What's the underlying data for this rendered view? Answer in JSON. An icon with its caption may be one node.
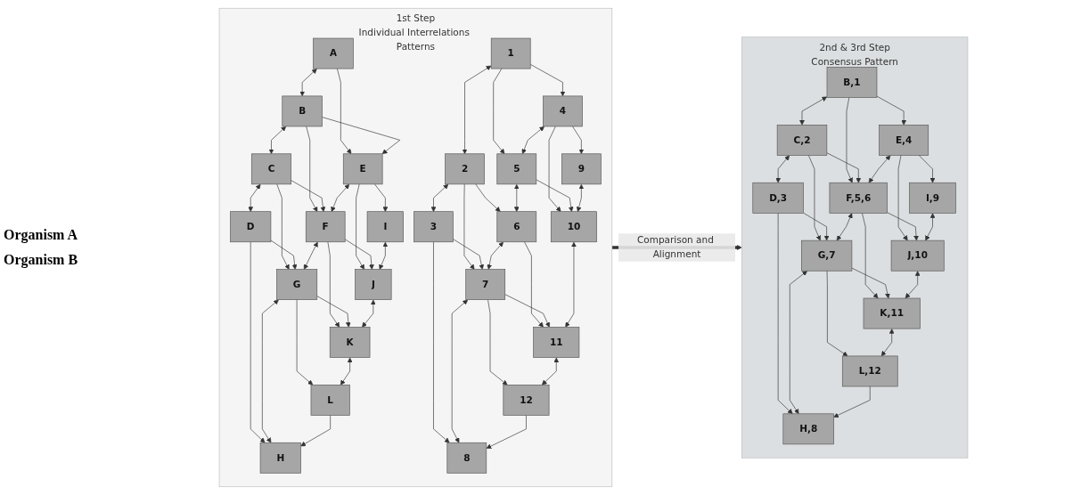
{
  "diagram": {
    "nodes": [
      {
        "text": [
          "1st Step",
          "Individual Interrelations Patterns"
        ]
      },
      {
        "text": [
          "A"
        ],
        "in": 0
      },
      {
        "text": [
          "B"
        ],
        "in": 0
      },
      {
        "text": [
          "C"
        ],
        "in": 0
      },
      {
        "text": [
          "D"
        ],
        "in": 0
      },
      {
        "text": [
          "E"
        ],
        "in": 0
      },
      {
        "text": [
          "F"
        ],
        "in": 0
      },
      {
        "text": [
          "G"
        ],
        "in": 0
      },
      {
        "text": [
          "H"
        ],
        "in": 0
      },
      {
        "text": [
          "I"
        ],
        "in": 0
      },
      {
        "text": [
          "J"
        ],
        "in": 0
      },
      {
        "text": [
          "K"
        ],
        "in": 0
      },
      {
        "text": [
          "L"
        ],
        "in": 0
      },
      {
        "text": [
          "1"
        ],
        "in": 0
      },
      {
        "text": [
          "2"
        ],
        "in": 0
      },
      {
        "text": [
          "3"
        ],
        "in": 0
      },
      {
        "text": [
          "4"
        ],
        "in": 0
      },
      {
        "text": [
          "5"
        ],
        "in": 0
      },
      {
        "text": [
          "6"
        ],
        "in": 0
      },
      {
        "text": [
          "7"
        ],
        "in": 0
      },
      {
        "text": [
          "8"
        ],
        "in": 0
      },
      {
        "text": [
          "9"
        ],
        "in": 0
      },
      {
        "text": [
          "10"
        ],
        "in": 0
      },
      {
        "text": [
          "11"
        ],
        "in": 0
      },
      {
        "text": [
          "12"
        ],
        "in": 0
      },
      {
        "text": [
          "2nd & 3rd Step",
          "Consensus Pattern"
        ]
      },
      {
        "text": [
          "B,1"
        ],
        "in": 25
      },
      {
        "text": [
          "C,2"
        ],
        "in": 25
      },
      {
        "text": [
          "D,3"
        ],
        "in": 25
      },
      {
        "text": [
          "E,4"
        ],
        "in": 25
      },
      {
        "text": [
          "F,5,6"
        ],
        "in": 25
      },
      {
        "text": [
          "G,7"
        ],
        "in": 25
      },
      {
        "text": [
          "H,8"
        ],
        "in": 25
      },
      {
        "text": [
          "I,9"
        ],
        "in": 25
      },
      {
        "text": [
          "J,10"
        ],
        "in": 25
      },
      {
        "text": [
          "K,11"
        ],
        "in": 25
      },
      {
        "text": [
          "L,12"
        ],
        "in": 25
      }
    ],
    "edges": [
      {
        "from": 1,
        "to": 2,
        "arrow": "both"
      },
      {
        "from": 2,
        "to": 3,
        "arrow": "both"
      },
      {
        "from": 3,
        "to": 4,
        "arrow": "both"
      },
      {
        "from": 1,
        "to": 5,
        "arrow": "to"
      },
      {
        "from": 2,
        "to": 5,
        "arrow": "to"
      },
      {
        "from": 2,
        "to": 6,
        "arrow": "to"
      },
      {
        "from": 3,
        "to": 6,
        "arrow": "to"
      },
      {
        "from": 3,
        "to": 7,
        "arrow": "to"
      },
      {
        "from": 4,
        "to": 7,
        "arrow": "to"
      },
      {
        "from": 4,
        "to": 8,
        "arrow": "to"
      },
      {
        "from": 5,
        "to": 6,
        "arrow": "both"
      },
      {
        "from": 6,
        "to": 7,
        "arrow": "both"
      },
      {
        "from": 7,
        "to": 8,
        "arrow": "both"
      },
      {
        "from": 5,
        "to": 9,
        "arrow": "to"
      },
      {
        "from": 5,
        "to": 10,
        "arrow": "to"
      },
      {
        "from": 6,
        "to": 10,
        "arrow": "to"
      },
      {
        "from": 6,
        "to": 11,
        "arrow": "to"
      },
      {
        "from": 7,
        "to": 11,
        "arrow": "to"
      },
      {
        "from": 7,
        "to": 12,
        "arrow": "to"
      },
      {
        "from": 12,
        "to": 8,
        "arrow": "to"
      },
      {
        "from": 9,
        "to": 10,
        "arrow": "both"
      },
      {
        "from": 10,
        "to": 11,
        "arrow": "both"
      },
      {
        "from": 11,
        "to": 12,
        "arrow": "both"
      },
      {
        "from": 13,
        "to": 14,
        "arrow": "both"
      },
      {
        "from": 14,
        "to": 15,
        "arrow": "both"
      },
      {
        "from": 13,
        "to": 16,
        "arrow": "to"
      },
      {
        "from": 13,
        "to": 17,
        "arrow": "to"
      },
      {
        "from": 14,
        "to": 18,
        "arrow": "to"
      },
      {
        "from": 14,
        "to": 19,
        "arrow": "to"
      },
      {
        "from": 15,
        "to": 19,
        "arrow": "to"
      },
      {
        "from": 15,
        "to": 20,
        "arrow": "to"
      },
      {
        "from": 16,
        "to": 17,
        "arrow": "both"
      },
      {
        "from": 17,
        "to": 18,
        "arrow": "both"
      },
      {
        "from": 18,
        "to": 19,
        "arrow": "both"
      },
      {
        "from": 19,
        "to": 20,
        "arrow": "both"
      },
      {
        "from": 16,
        "to": 21,
        "arrow": "to"
      },
      {
        "from": 16,
        "to": 22,
        "arrow": "to"
      },
      {
        "from": 17,
        "to": 22,
        "arrow": "to"
      },
      {
        "from": 18,
        "to": 23,
        "arrow": "to"
      },
      {
        "from": 19,
        "to": 23,
        "arrow": "to"
      },
      {
        "from": 19,
        "to": 24,
        "arrow": "to"
      },
      {
        "from": 24,
        "to": 20,
        "arrow": "to"
      },
      {
        "from": 21,
        "to": 22,
        "arrow": "both"
      },
      {
        "from": 22,
        "to": 23,
        "arrow": "both"
      },
      {
        "from": 23,
        "to": 24,
        "arrow": "both"
      },
      {
        "from": 0,
        "to": 25,
        "arrow": "to",
        "label": "Comparison and Alignment",
        "style": "thick"
      },
      {
        "from": 26,
        "to": 27,
        "arrow": "both"
      },
      {
        "from": 27,
        "to": 28,
        "arrow": "both"
      },
      {
        "from": 26,
        "to": 29,
        "arrow": "to"
      },
      {
        "from": 26,
        "to": 30,
        "arrow": "to"
      },
      {
        "from": 27,
        "to": 30,
        "arrow": "to"
      },
      {
        "from": 27,
        "to": 31,
        "arrow": "to"
      },
      {
        "from": 28,
        "to": 31,
        "arrow": "to"
      },
      {
        "from": 28,
        "to": 32,
        "arrow": "to"
      },
      {
        "from": 29,
        "to": 30,
        "arrow": "both"
      },
      {
        "from": 30,
        "to": 31,
        "arrow": "both"
      },
      {
        "from": 31,
        "to": 32,
        "arrow": "both"
      },
      {
        "from": 29,
        "to": 33,
        "arrow": "to"
      },
      {
        "from": 29,
        "to": 34,
        "arrow": "to"
      },
      {
        "from": 30,
        "to": 34,
        "arrow": "to"
      },
      {
        "from": 30,
        "to": 35,
        "arrow": "to"
      },
      {
        "from": 31,
        "to": 35,
        "arrow": "to"
      },
      {
        "from": 31,
        "to": 36,
        "arrow": "to"
      },
      {
        "from": 36,
        "to": 32,
        "arrow": "to"
      },
      {
        "from": 33,
        "to": 34,
        "arrow": "both"
      },
      {
        "from": 34,
        "to": 35,
        "arrow": "both"
      },
      {
        "from": 35,
        "to": 36,
        "arrow": "both"
      }
    ],
    "labels": [
      "Organism A",
      "Organism B"
    ]
  }
}
